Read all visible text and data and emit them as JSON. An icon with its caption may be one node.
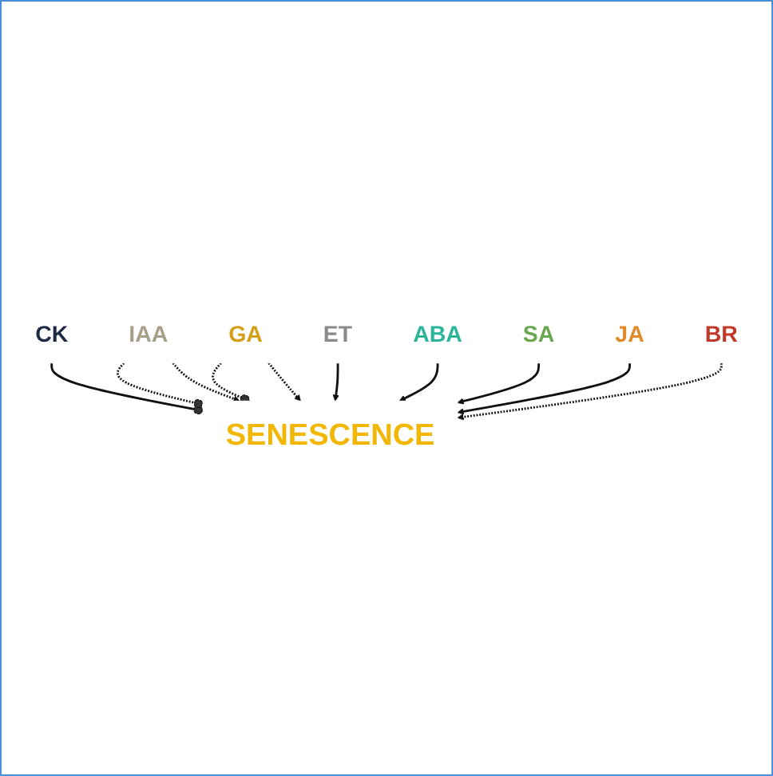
{
  "diagram": {
    "nodes": [
      {
        "text": [
          "CK"
        ]
      },
      {
        "text": [
          "IAA"
        ]
      },
      {
        "text": [
          "GA"
        ]
      },
      {
        "text": [
          "SENESCENCE"
        ]
      },
      {
        "text": [
          "ET"
        ]
      },
      {
        "text": [
          "SA"
        ]
      },
      {
        "text": [
          "BR"
        ]
      },
      {
        "text": [
          "ABA"
        ]
      },
      {
        "text": [
          "JA"
        ]
      }
    ],
    "edges": [
      {
        "from": 0,
        "to": 3,
        "arrow": "other"
      },
      {
        "from": 1,
        "to": 3,
        "arrow": "other",
        "style": "dashed"
      },
      {
        "from": 1,
        "to": 3,
        "arrow": "to",
        "style": "dashed"
      },
      {
        "from": 2,
        "to": 3,
        "arrow": "other",
        "style": "dashed"
      },
      {
        "from": 2,
        "to": 3,
        "arrow": "to",
        "style": "dashed"
      },
      {
        "from": 4,
        "to": 3,
        "arrow": "to"
      },
      {
        "from": 7,
        "to": 3,
        "arrow": "to"
      },
      {
        "from": 5,
        "to": 3,
        "arrow": "to"
      },
      {
        "from": 8,
        "to": 3,
        "arrow": "to"
      },
      {
        "from": 6,
        "to": 3,
        "arrow": "to",
        "style": "dashed"
      }
    ]
  }
}
